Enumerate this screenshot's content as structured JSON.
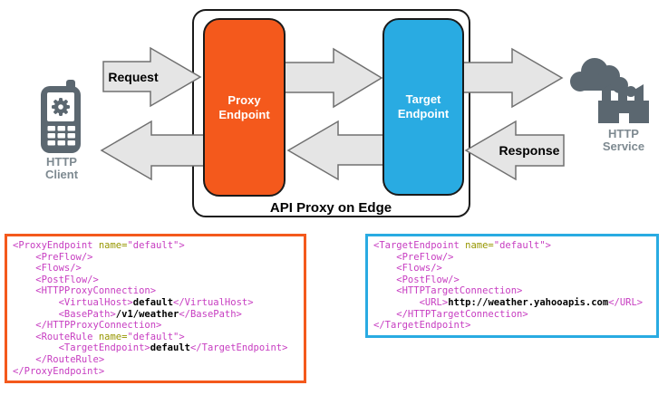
{
  "colors": {
    "orange": "#F4591C",
    "blue": "#29ABE2",
    "arrow-fill": "#E5E5E5",
    "arrow-stroke": "#707070",
    "icon": "#5B6770",
    "icon-label": "#7E8A91",
    "box-border": "#1A1A1A",
    "code-tag": "#C73DC1",
    "code-attr": "#969600",
    "code-text": "#000000"
  },
  "diagram": {
    "container_label": "API Proxy on Edge",
    "request_label": "Request",
    "response_label": "Response",
    "client": {
      "label_line1": "HTTP",
      "label_line2": "Client"
    },
    "service": {
      "label_line1": "HTTP",
      "label_line2": "Service"
    },
    "proxy_endpoint": {
      "label_line1": "Proxy",
      "label_line2": "Endpoint"
    },
    "target_endpoint": {
      "label_line1": "Target",
      "label_line2": "Endpoint"
    }
  },
  "code_blocks": {
    "proxy": {
      "lines": [
        [
          [
            "tag",
            "<ProxyEndpoint"
          ],
          [
            "attr",
            " name="
          ],
          [
            "val",
            "\"default\""
          ],
          [
            "tag",
            ">"
          ]
        ],
        [
          [
            "tag",
            "    <PreFlow/>"
          ]
        ],
        [
          [
            "tag",
            "    <Flows/>"
          ]
        ],
        [
          [
            "tag",
            "    <PostFlow/>"
          ]
        ],
        [
          [
            "tag",
            "    <HTTPProxyConnection>"
          ]
        ],
        [
          [
            "tag",
            "        <VirtualHost>"
          ],
          [
            "text",
            "default"
          ],
          [
            "tag",
            "</VirtualHost>"
          ]
        ],
        [
          [
            "tag",
            "        <BasePath>"
          ],
          [
            "text",
            "/v1/weather"
          ],
          [
            "tag",
            "</BasePath>"
          ]
        ],
        [
          [
            "tag",
            "    </HTTPProxyConnection>"
          ]
        ],
        [
          [
            "tag",
            "    <RouteRule"
          ],
          [
            "attr",
            " name="
          ],
          [
            "val",
            "\"default\""
          ],
          [
            "tag",
            ">"
          ]
        ],
        [
          [
            "tag",
            "        <TargetEndpoint>"
          ],
          [
            "text",
            "default"
          ],
          [
            "tag",
            "</TargetEndpoint>"
          ]
        ],
        [
          [
            "tag",
            "    </RouteRule>"
          ]
        ],
        [
          [
            "tag",
            "</ProxyEndpoint>"
          ]
        ]
      ]
    },
    "target": {
      "lines": [
        [
          [
            "tag",
            "<TargetEndpoint"
          ],
          [
            "attr",
            " name="
          ],
          [
            "val",
            "\"default\""
          ],
          [
            "tag",
            ">"
          ]
        ],
        [
          [
            "tag",
            "    <PreFlow/>"
          ]
        ],
        [
          [
            "tag",
            "    <Flows/>"
          ]
        ],
        [
          [
            "tag",
            "    <PostFlow/>"
          ]
        ],
        [
          [
            "tag",
            "    <HTTPTargetConnection>"
          ]
        ],
        [
          [
            "tag",
            "        <URL>"
          ],
          [
            "text",
            "http://weather.yahooapis.com"
          ],
          [
            "tag",
            "</URL>"
          ]
        ],
        [
          [
            "tag",
            "    </HTTPTargetConnection>"
          ]
        ],
        [
          [
            "tag",
            "</TargetEndpoint>"
          ]
        ]
      ]
    }
  }
}
